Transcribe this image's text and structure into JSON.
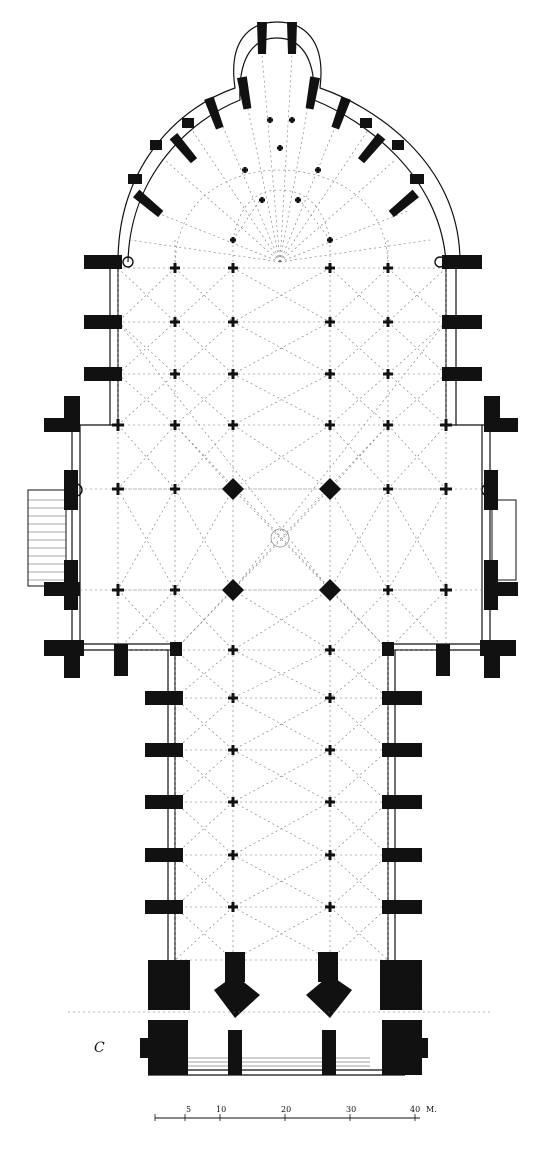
{
  "scale_bar": {
    "ticks": [
      "5",
      "10",
      "20",
      "30",
      "40"
    ],
    "unit": "M."
  },
  "monogram": "C",
  "colors": {
    "ink": "#111111",
    "paper": "#ffffff",
    "dotted": "#777777"
  }
}
